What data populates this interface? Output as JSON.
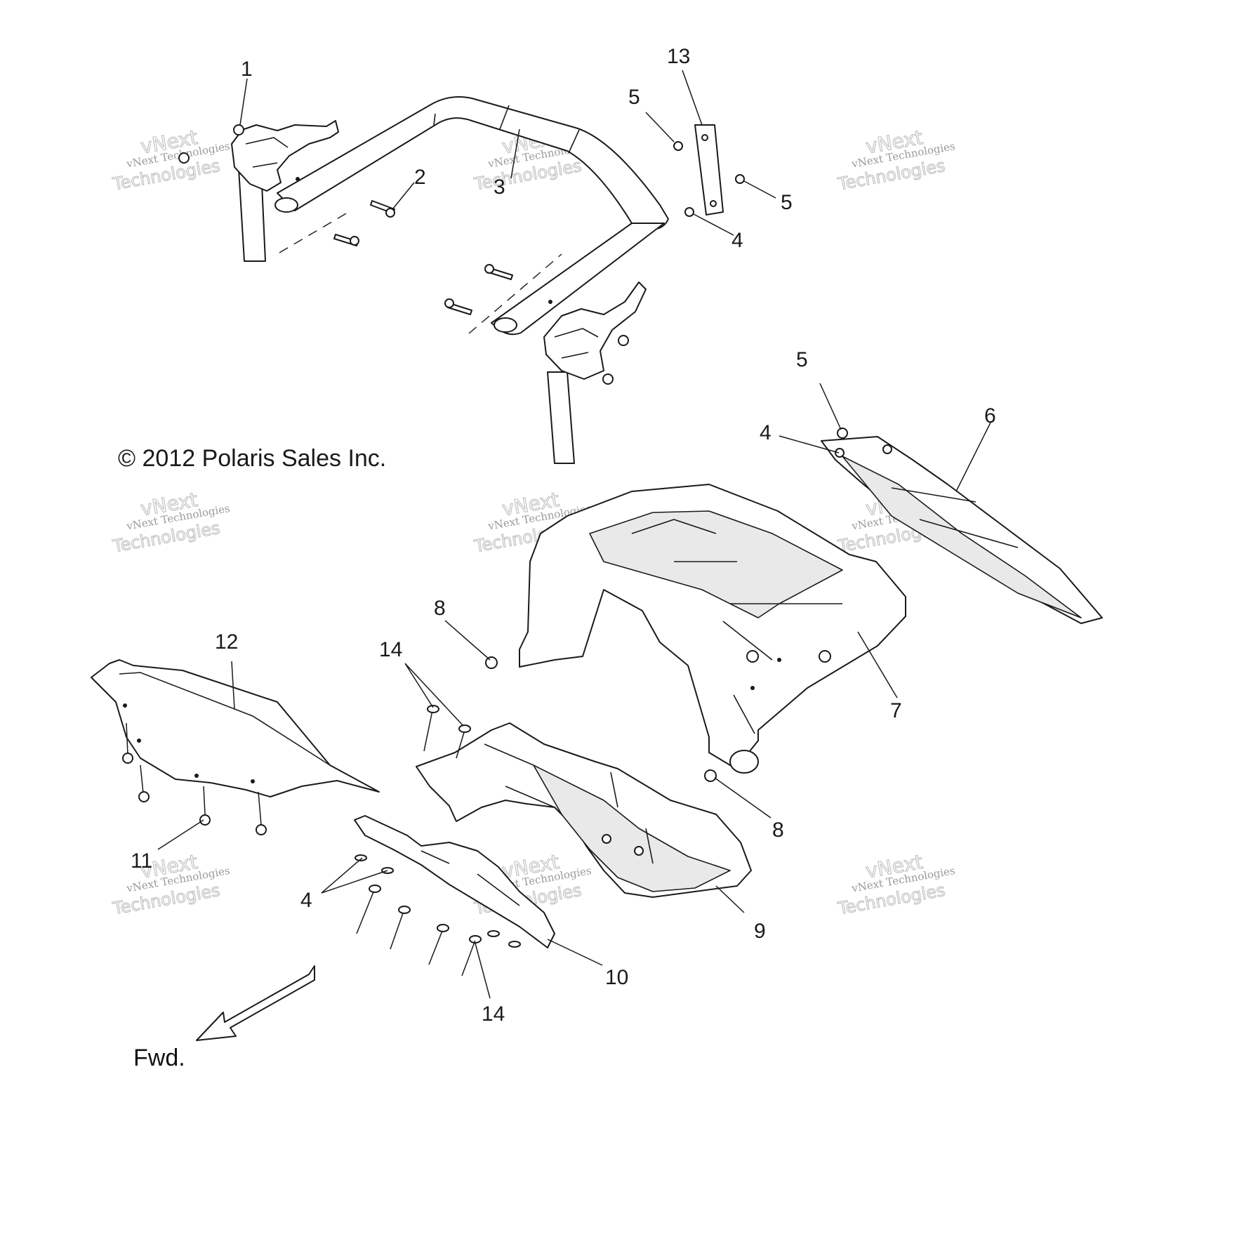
{
  "copyright": "© 2012 Polaris Sales Inc.",
  "direction_label": "Fwd.",
  "watermark": {
    "line1": "vNext Technologies",
    "line2": "vNext",
    "line3": "Technologies"
  },
  "callouts": {
    "c1": "1",
    "c2": "2",
    "c3": "3",
    "c4a": "4",
    "c4b": "4",
    "c4c": "4",
    "c5a": "5",
    "c5b": "5",
    "c5c": "5",
    "c6": "6",
    "c7": "7",
    "c8a": "8",
    "c8b": "8",
    "c9": "9",
    "c10": "10",
    "c11": "11",
    "c12": "12",
    "c13": "13",
    "c14a": "14",
    "c14b": "14"
  }
}
